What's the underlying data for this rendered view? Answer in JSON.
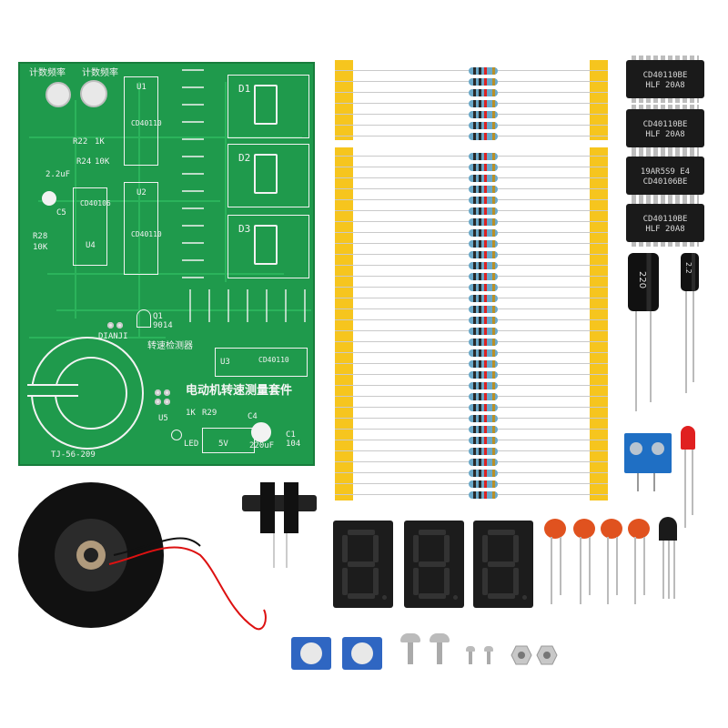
{
  "pcb": {
    "title": "电动机转速测量套件",
    "board_code": "TJ-56-209",
    "labels": {
      "top_left_1": "计数频率",
      "top_left_2": "计数频率",
      "r22": "R22",
      "r22_val": "1K",
      "r24": "R24",
      "r24_val": "10K",
      "c5_val": "2.2uF",
      "c5": "C5",
      "u1": "U1",
      "u1_chip": "CD40110",
      "u2": "U2",
      "u2_chip": "CD40110",
      "u4": "U4",
      "u4_chip": "CD40106",
      "u3": "U3",
      "u3_chip": "CD40110",
      "u5": "U5",
      "d1": "D1",
      "d2": "D2",
      "d3": "D3",
      "r28": "R28",
      "r28_val": "10K",
      "dianji": "DIANJI",
      "q1": "Q1",
      "q1_part": "9014",
      "speed_label": "转速检测器",
      "r29": "R29",
      "led": "LED",
      "r29_val": "1K",
      "c4": "C4",
      "c4_val": "220uF",
      "power": "5V",
      "c1": "C1",
      "c1_val": "104"
    }
  },
  "ics": [
    {
      "line1": "CD40110BE",
      "line2": "HLF  20A8"
    },
    {
      "line1": "CD40110BE",
      "line2": "HLF  20A8"
    },
    {
      "line1": "19AR5S9 E4",
      "line2": "CD40106BE"
    },
    {
      "line1": "CD40110BE",
      "line2": "HLF  20A8"
    }
  ],
  "capacitors": {
    "large_label": "220",
    "small_label": "2.2"
  },
  "colors": {
    "pcb": "#1f9a4c",
    "tape": "#f6c51e",
    "resistor": "#6aa9c9",
    "led": "#e02020",
    "terminal": "#1f6fc4",
    "ceramic": "#e0521f"
  },
  "icons": [
    "motor-icon",
    "photo-interrupter-icon",
    "seven-segment-icon",
    "potentiometer-icon",
    "screw-icon",
    "nut-icon"
  ]
}
